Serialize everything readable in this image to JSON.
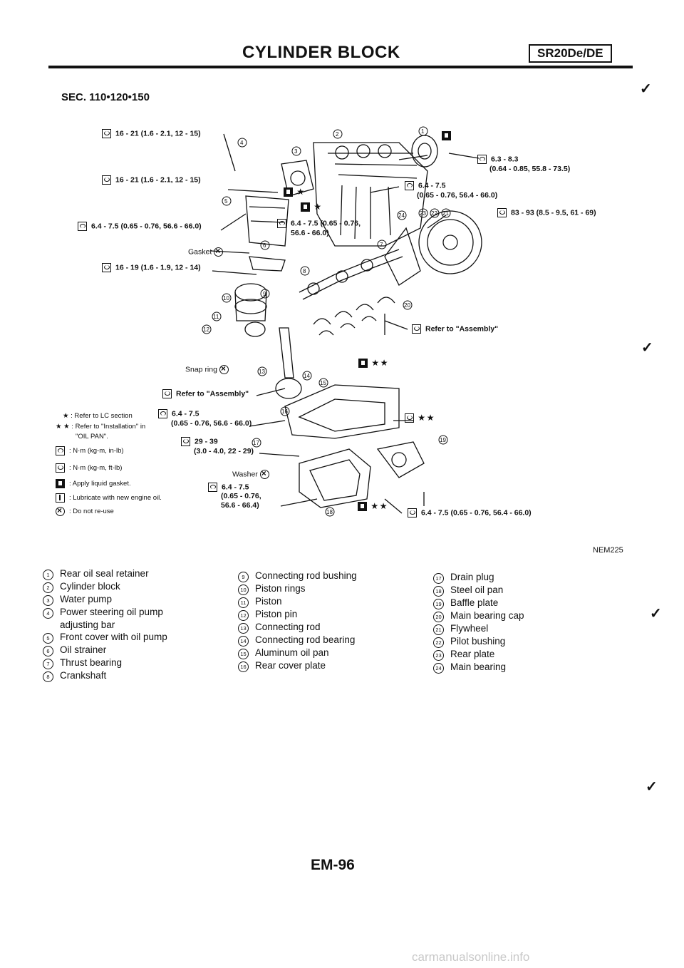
{
  "header": {
    "title": "CYLINDER BLOCK",
    "model": "SR20De/DE"
  },
  "section": "SEC. 110•120•150",
  "torque": {
    "t1": "16 - 21 (1.6 - 2.1, 12 - 15)",
    "t2": "16 - 21 (1.6 - 2.1, 12 - 15)",
    "t3": "6.4 - 7.5 (0.65 - 0.76, 56.6 - 66.0)",
    "t4a": "6.4 - 7.5 (0.65 - 0.76,",
    "t4b": "56.6 - 66.0)",
    "t5": "16 - 19 (1.6 - 1.9, 12 - 14)",
    "t6a": "6.3 - 8.3",
    "t6b": "(0.64 - 0.85, 55.8 - 73.5)",
    "t7a": "6.4 - 7.5",
    "t7b": "(0.65 - 0.76, 56.4 - 66.0)",
    "t8": "83 - 93 (8.5 - 9.5, 61 - 69)",
    "t9": "Refer to \"Assembly\"",
    "t10": "Refer to \"Assembly\"",
    "t11a": "6.4 - 7.5",
    "t11b": "(0.65 - 0.76, 56.6 - 66.0)",
    "t12a": "29 - 39",
    "t12b": "(3.0 - 4.0, 22 - 29)",
    "t13a": "6.4 - 7.5",
    "t13b": "(0.65 - 0.76,",
    "t13c": "56.6 - 66.4)",
    "t14": "6.4 - 7.5 (0.65 - 0.76, 56.4 - 66.0)",
    "gasket": "Gasket",
    "snap_ring": "Snap ring",
    "washer": "Washer",
    "star1": "★",
    "star2": "★ ★"
  },
  "legend": {
    "l1": "★ : Refer to LC section",
    "l2": "★ ★ : Refer to \"Installation\" in",
    "l3": "\"OIL PAN\".",
    "l4": ": N·m (kg-m, in-lb)",
    "l5": ": N·m (kg-m, ft-lb)",
    "l6": ": Apply liquid gasket.",
    "l7": ": Lubricate with new engine oil.",
    "l8": ": Do not re-use"
  },
  "figure_code": "NEM225",
  "parts_col1": [
    {
      "n": "1",
      "label": "Rear oil seal retainer"
    },
    {
      "n": "2",
      "label": "Cylinder block"
    },
    {
      "n": "3",
      "label": "Water pump"
    },
    {
      "n": "4",
      "label": "Power steering oil pump"
    },
    {
      "n": "",
      "label": "adjusting bar"
    },
    {
      "n": "5",
      "label": "Front cover with oil pump"
    },
    {
      "n": "6",
      "label": "Oil strainer"
    },
    {
      "n": "7",
      "label": "Thrust bearing"
    },
    {
      "n": "8",
      "label": "Crankshaft"
    }
  ],
  "parts_col2": [
    {
      "n": "9",
      "label": "Connecting rod bushing"
    },
    {
      "n": "10",
      "label": "Piston rings"
    },
    {
      "n": "11",
      "label": "Piston"
    },
    {
      "n": "12",
      "label": "Piston pin"
    },
    {
      "n": "13",
      "label": "Connecting rod"
    },
    {
      "n": "14",
      "label": "Connecting rod bearing"
    },
    {
      "n": "15",
      "label": "Aluminum oil pan"
    },
    {
      "n": "16",
      "label": "Rear cover plate"
    }
  ],
  "parts_col3": [
    {
      "n": "17",
      "label": "Drain plug"
    },
    {
      "n": "18",
      "label": "Steel oil pan"
    },
    {
      "n": "19",
      "label": "Baffle plate"
    },
    {
      "n": "20",
      "label": "Main bearing cap"
    },
    {
      "n": "21",
      "label": "Flywheel"
    },
    {
      "n": "22",
      "label": "Pilot bushing"
    },
    {
      "n": "23",
      "label": "Rear plate"
    },
    {
      "n": "24",
      "label": "Main bearing"
    }
  ],
  "footer": {
    "page": "EM-96"
  },
  "watermark": "carmanualsonline.info"
}
